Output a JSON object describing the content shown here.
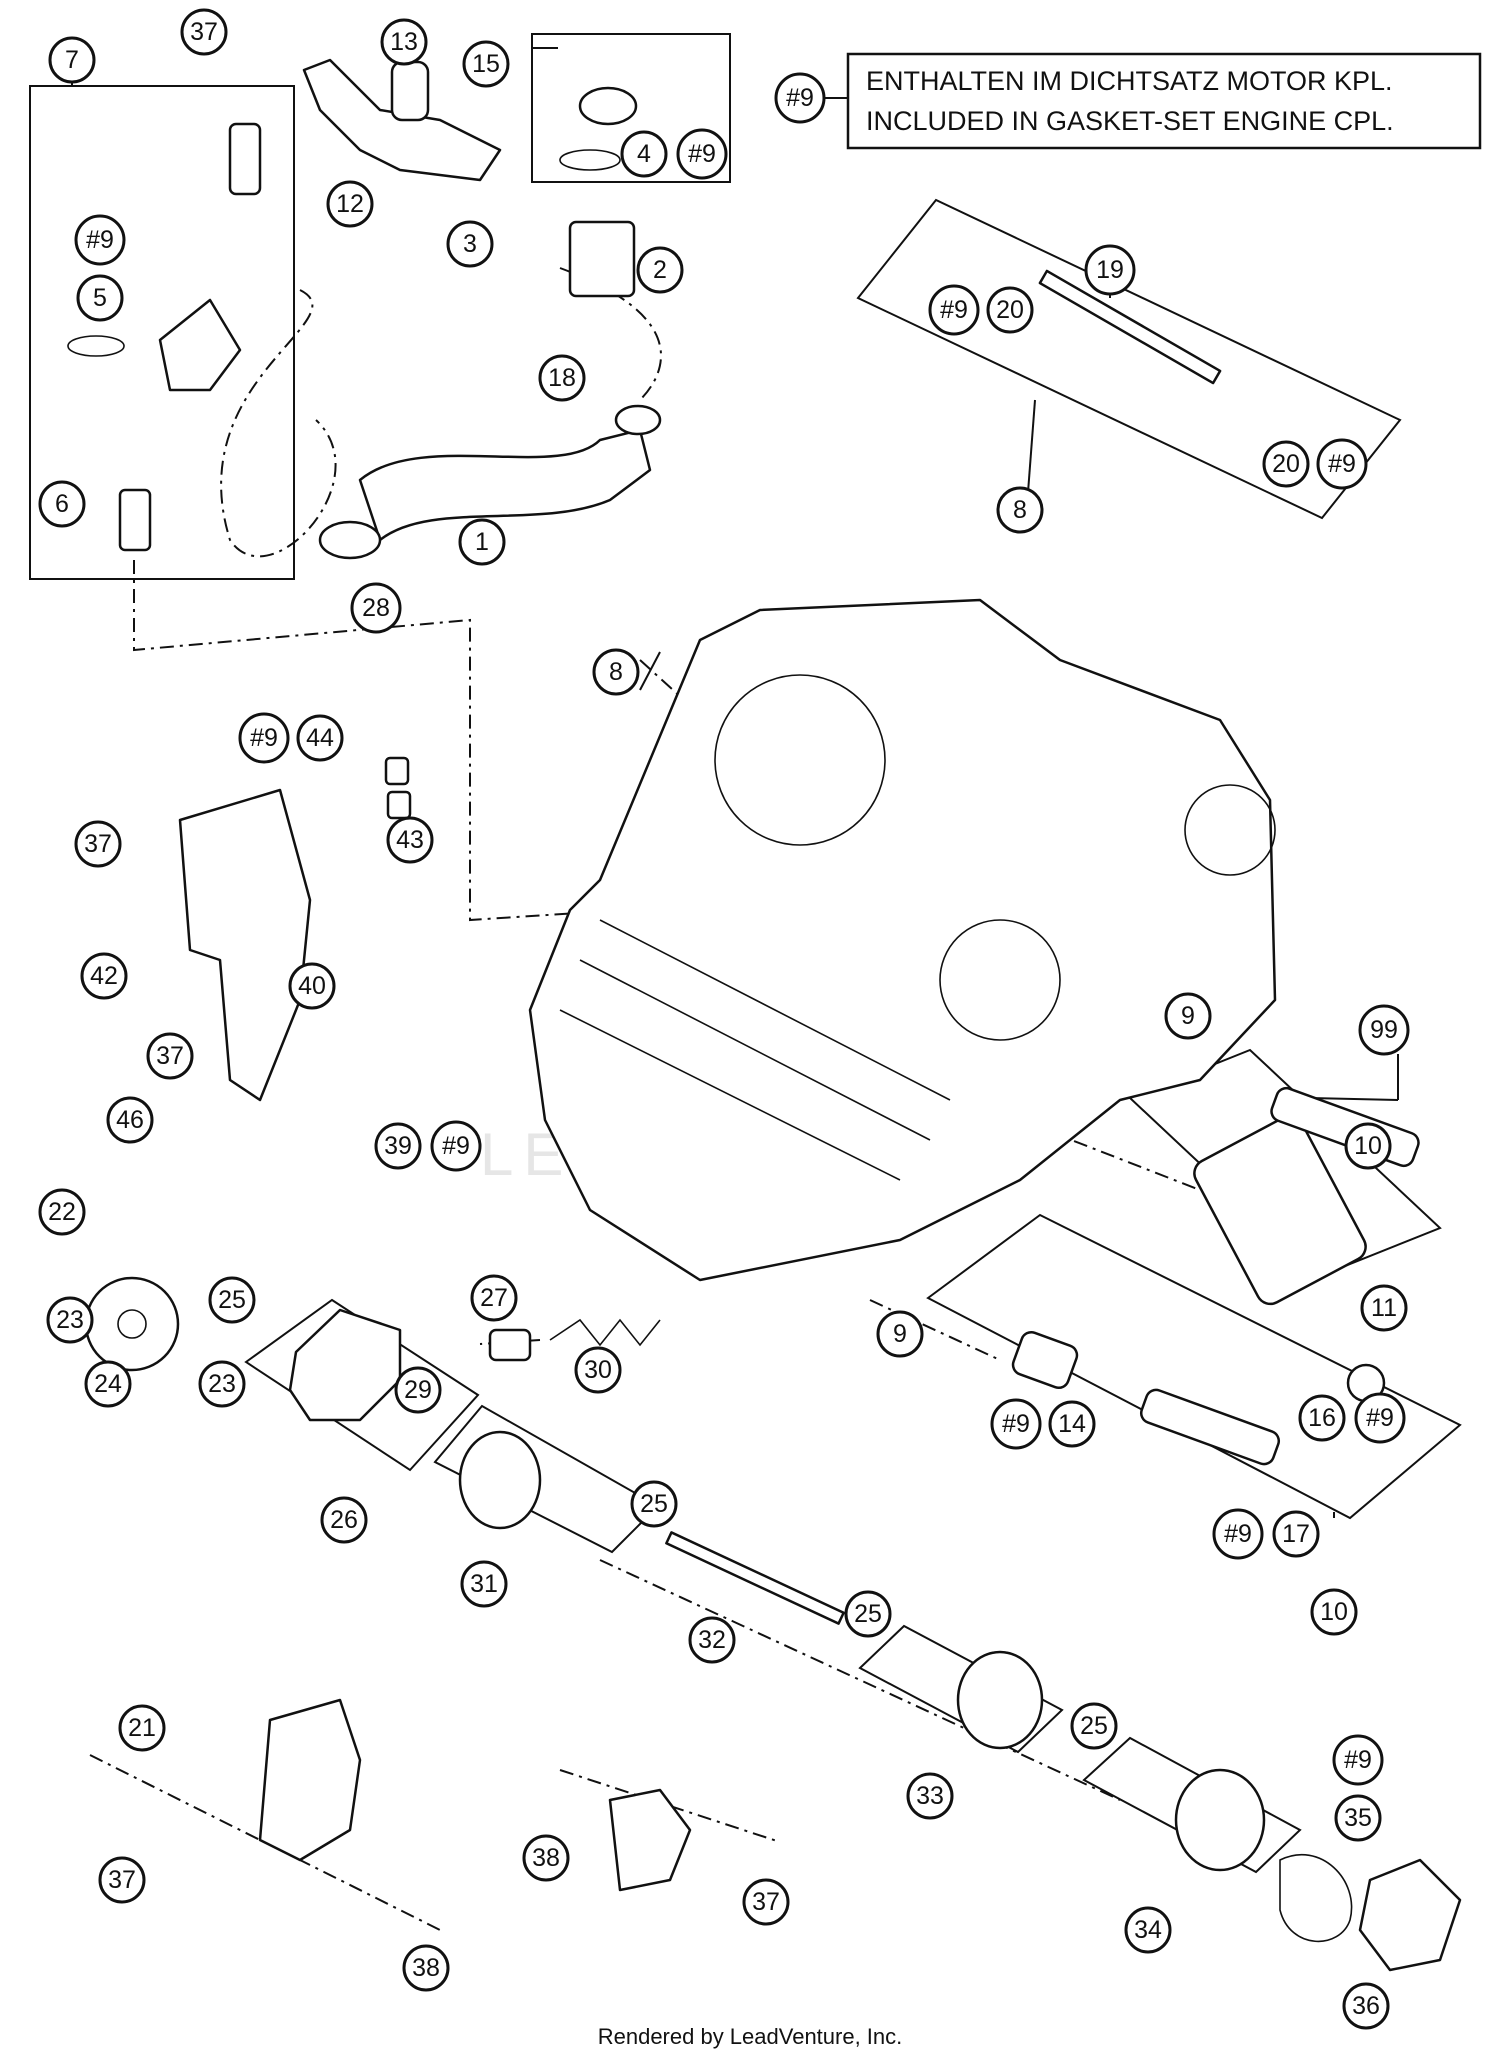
{
  "legend": {
    "marker": "#9",
    "line1": "ENTHALTEN IM DICHTSATZ MOTOR KPL.",
    "line2": "INCLUDED IN GASKET-SET ENGINE CPL."
  },
  "watermark": "LEADVENTURE",
  "footer": "Rendered by LeadVenture, Inc.",
  "callouts": [
    "7",
    "37",
    "13",
    "15",
    "#9",
    "4",
    "#9",
    "12",
    "3",
    "2",
    "#9",
    "5",
    "6",
    "18",
    "1",
    "28",
    "19",
    "#9",
    "20",
    "20",
    "#9",
    "8",
    "8",
    "#9",
    "44",
    "43",
    "37",
    "42",
    "40",
    "37",
    "46",
    "39",
    "#9",
    "9",
    "99",
    "10",
    "11",
    "22",
    "23",
    "25",
    "27",
    "24",
    "23",
    "30",
    "29",
    "26",
    "9",
    "#9",
    "14",
    "16",
    "#9",
    "25",
    "31",
    "32",
    "#9",
    "17",
    "10",
    "25",
    "21",
    "25",
    "#9",
    "35",
    "38",
    "37",
    "33",
    "37",
    "34",
    "38",
    "36"
  ]
}
